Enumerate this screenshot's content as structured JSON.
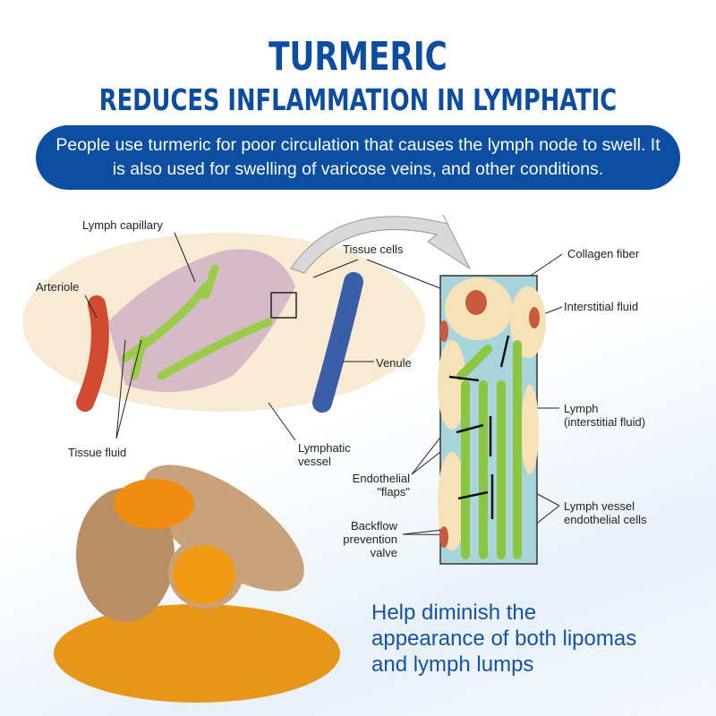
{
  "header": {
    "title": "TURMERIC",
    "subtitle": "REDUCES INFLAMMATION IN LYMPHATIC"
  },
  "banner": {
    "text": "People use turmeric for poor circulation that causes the lymph node to swell. It is also used for swelling of varicose veins, and other conditions."
  },
  "diagram": {
    "labels": {
      "lymph_capillary": "Lymph capillary",
      "arteriole": "Arteriole",
      "tissue_cells": "Tissue cells",
      "venule": "Venule",
      "tissue_fluid": "Tissue fluid",
      "lymphatic_vessel_1": "Lymphatic",
      "lymphatic_vessel_2": "vessel",
      "collagen_fiber": "Collagen fiber",
      "interstitial_fluid": "Interstitial fluid",
      "lymph_1": "Lymph",
      "lymph_2": "(interstitial fluid)",
      "endothelial_flaps_1": "Endothelial",
      "endothelial_flaps_2": "\"flaps\"",
      "backflow_1": "Backflow",
      "backflow_2": "prevention",
      "backflow_3": "valve",
      "lymph_vessel_cells_1": "Lymph vessel",
      "lymph_vessel_cells_2": "endothelial cells"
    }
  },
  "footer": {
    "line1": "Help diminish the",
    "line2": "appearance of both lipomas",
    "line3": "and lymph lumps"
  },
  "colors": {
    "brand": "#0c4da2",
    "turmeric": "#e8961a"
  }
}
